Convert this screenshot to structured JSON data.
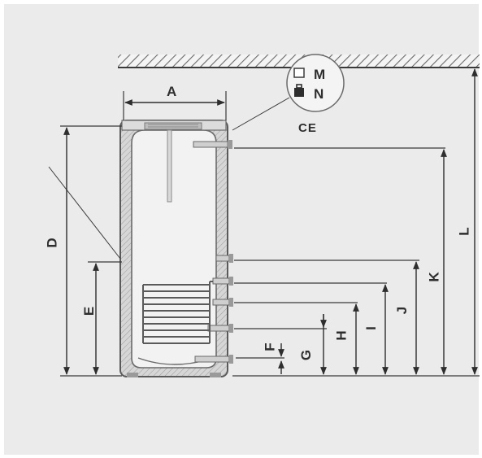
{
  "labels": {
    "A": "A",
    "D": "D",
    "E": "E",
    "F": "F",
    "G": "G",
    "H": "H",
    "I": "I",
    "J": "J",
    "K": "K",
    "L": "L",
    "M": "M",
    "N": "N",
    "CE": "CE"
  },
  "colors": {
    "background": "#ebebeb",
    "line": "#3a3a3a",
    "wall": "#c9c9c9",
    "insulation": "#d2d2d2",
    "tank": "#f2f2f2"
  },
  "icons": {
    "M": "empty-square-icon",
    "N": "filled-case-icon"
  }
}
